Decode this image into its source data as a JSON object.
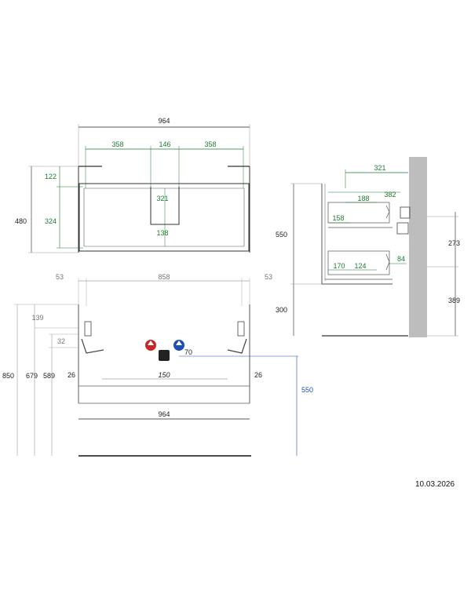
{
  "date": "10.03.2026",
  "front_view": {
    "overall_width": "964",
    "top_segments": [
      "358",
      "146",
      "358"
    ],
    "left_heights": [
      "122",
      "324"
    ],
    "overall_height": "480",
    "notch_depth": "321",
    "notch_bottom": "138"
  },
  "side_view": {
    "depth_top": "321",
    "drawer_top_a": "188",
    "drawer_top_b": "382",
    "drawer_top_c": "158",
    "drawer_bottom_a": "170",
    "drawer_bottom_b": "124",
    "drawer_bottom_c": "84",
    "height_left": "550",
    "wall_upper": "273",
    "wall_lower": "389",
    "floor_gap": "300"
  },
  "plan_view": {
    "side_left": "53",
    "middle": "858",
    "side_right": "53",
    "level_139": "139",
    "level_32": "32",
    "level_850": "850",
    "level_679": "679",
    "level_589": "589",
    "inset_left": "26",
    "inset_right": "26",
    "outlet_offset": "70",
    "center_span": "150",
    "overall_width": "964",
    "install_height": "550"
  },
  "colors": {
    "green": "#1e7b34",
    "blue": "#1f4fb0",
    "red": "#c62828",
    "grey": "#777777",
    "wall": "#bdbdbd"
  },
  "icons": [
    "hot-water-icon",
    "cold-water-icon"
  ]
}
